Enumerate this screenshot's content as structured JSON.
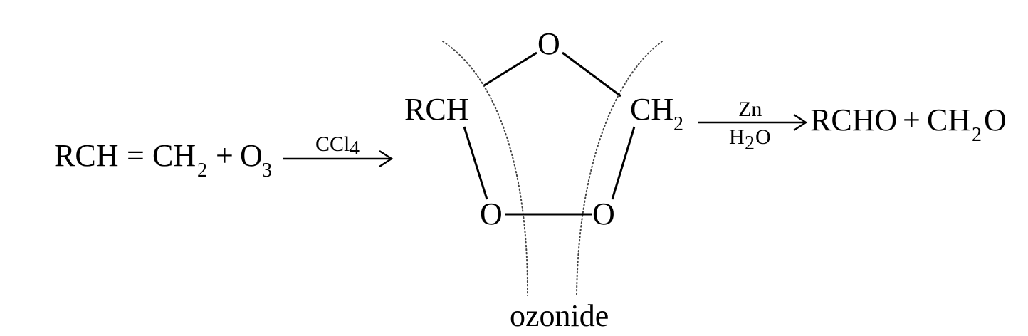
{
  "reactant": {
    "rch": "RCH",
    "equals": "=",
    "ch": "CH",
    "ch2_sub": "2",
    "plus": "+",
    "o": "O",
    "o3_sub": "3"
  },
  "arrow1": {
    "reagent": "CCl",
    "reagent_sub": "4"
  },
  "ozonide": {
    "top_o": "O",
    "left_group": "RCH",
    "right_group": "CH",
    "right_group_sub": "2",
    "bottom_left_o": "O",
    "bottom_right_o": "O",
    "label": "ozonide"
  },
  "arrow2": {
    "reagent_top": "Zn",
    "reagent_bottom_h": "H",
    "reagent_bottom_sub": "2",
    "reagent_bottom_o": "O"
  },
  "products": {
    "rcho": "RCHO",
    "plus": "+",
    "ch": "CH",
    "ch2_sub": "2",
    "o": "O"
  }
}
